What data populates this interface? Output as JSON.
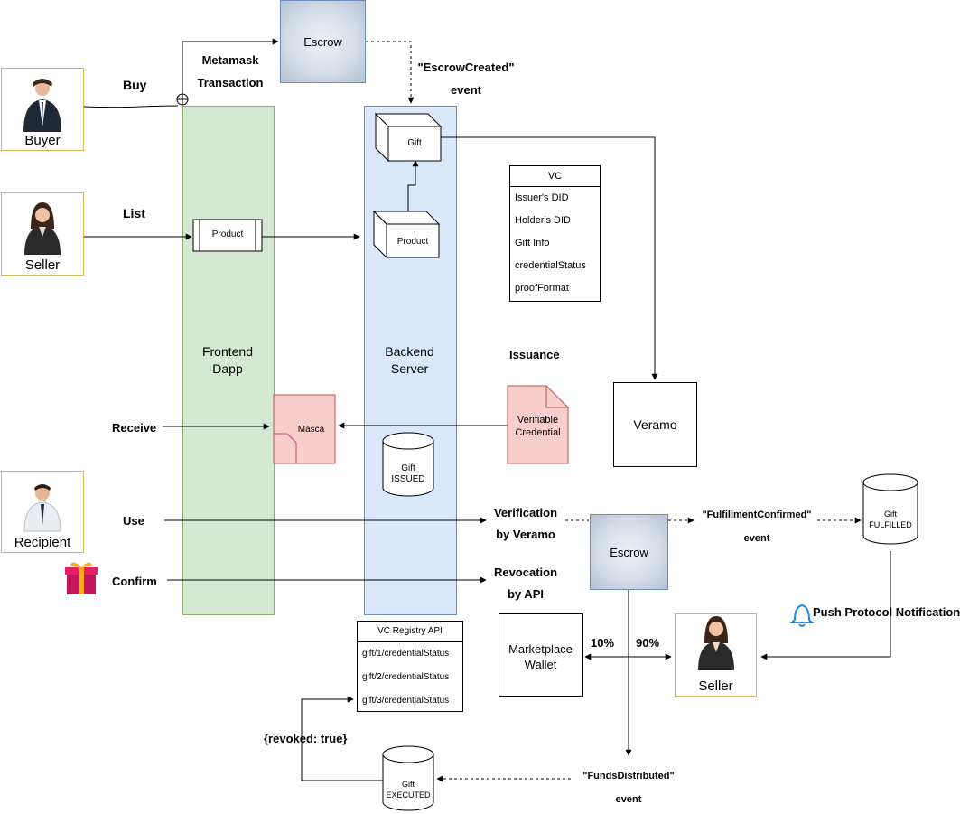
{
  "actors": {
    "buyer": "Buyer",
    "seller_top": "Seller",
    "recipient": "Recipient",
    "seller_bottom": "Seller"
  },
  "lanes": {
    "frontend": [
      "Frontend",
      "Dapp"
    ],
    "backend": [
      "Backend",
      "Server"
    ]
  },
  "flow_labels": {
    "buy": "Buy",
    "list": "List",
    "receive": "Receive",
    "use": "Use",
    "confirm": "Confirm",
    "metamask": [
      "Metamask",
      "Transaction"
    ],
    "escrow_created": [
      "\"EscrowCreated\"",
      "event"
    ],
    "issuance": "Issuance",
    "verification": [
      "Verification",
      "by Veramo"
    ],
    "revocation": [
      "Revocation",
      "by API"
    ],
    "fulfillment_confirmed": [
      "\"FulfillmentConfirmed\"",
      "event"
    ],
    "push_notification": "Push Protocol Notification",
    "pct_marketplace": "10%",
    "pct_seller": "90%",
    "funds_distributed": [
      "\"FundsDistributed\"",
      "event"
    ],
    "revoked": "{revoked: true}"
  },
  "nodes": {
    "escrow_top": "Escrow",
    "escrow_mid": "Escrow",
    "gift_cube": "Gift",
    "product_cube": "Product",
    "product_process": "Product",
    "veramo": "Veramo",
    "masca": "Masca",
    "verifiable_credential": [
      "Verifiable",
      "Credential"
    ],
    "marketplace_wallet": [
      "Marketplace",
      "Wallet"
    ],
    "gift_issued": [
      "Gift",
      "ISSUED"
    ],
    "gift_fulfilled": [
      "Gift",
      "FULFILLED"
    ],
    "gift_executed": [
      "Gift",
      "EXECUTED"
    ]
  },
  "vc_table": {
    "title": "VC",
    "rows": [
      "Issuer's DID",
      "Holder's DID",
      "Gift Info",
      "credentialStatus",
      "proofFormat"
    ]
  },
  "registry_table": {
    "title": "VC Registry API",
    "rows": [
      "gift/1/credentialStatus",
      "gift/2/credentialStatus",
      "gift/3/credentialStatus"
    ]
  },
  "colors": {
    "frontend_fill": "#d5e8d4",
    "frontend_stroke": "#82b366",
    "backend_fill": "#dae8fc",
    "backend_stroke": "#6c8ebf",
    "actor_fill": "#fff2cc",
    "doc_fill": "#f8cecc",
    "doc_stroke": "#b85450",
    "bell": "#1e88e5"
  },
  "icons": [
    "person-buyer-icon",
    "person-seller-icon",
    "person-recipient-icon",
    "gift-box-icon",
    "ethereum-icon",
    "bell-icon"
  ]
}
